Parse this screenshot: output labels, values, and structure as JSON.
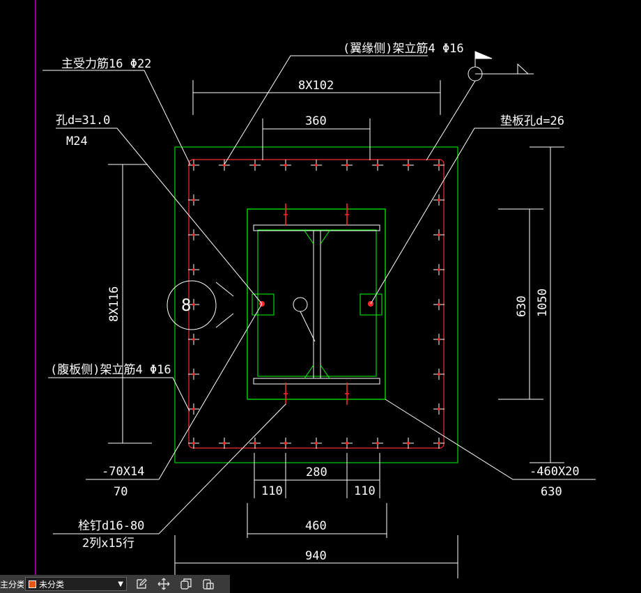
{
  "drawing": {
    "labels": {
      "main_rebar": "主受力筋16 Φ22",
      "flange_rebar": "(翼缘侧)架立筋4 Φ16",
      "hole": "孔d=31.0",
      "bolt": "M24",
      "washer_hole": "垫板孔d=26",
      "web_rebar": "(腹板侧)架立筋4 Φ16",
      "stiffener": "-70X14",
      "stiffener_len": "70",
      "base_plate": "-460X20",
      "base_plate_len": "630",
      "stud": "栓钉d16-80",
      "stud_layout": "2列x15行",
      "callout_number": "8"
    },
    "dims": {
      "top_outer": "8X102",
      "top_inner": "360",
      "left_side": "8X116",
      "right_inner": "630",
      "right_outer": "1050",
      "bottom_mid": "280",
      "bottom_left": "110",
      "bottom_right": "110",
      "bottom_plate": "460",
      "bottom_total": "940"
    },
    "colors": {
      "concrete": "#00d400",
      "steel": "#00ff00",
      "rebar_outline": "#ff2a2a",
      "dimension": "#ffffff",
      "left_margin": "#c000c0"
    }
  },
  "statusbar": {
    "label": "主分类",
    "layer": "未分类",
    "layer_color": "#e8560f"
  }
}
